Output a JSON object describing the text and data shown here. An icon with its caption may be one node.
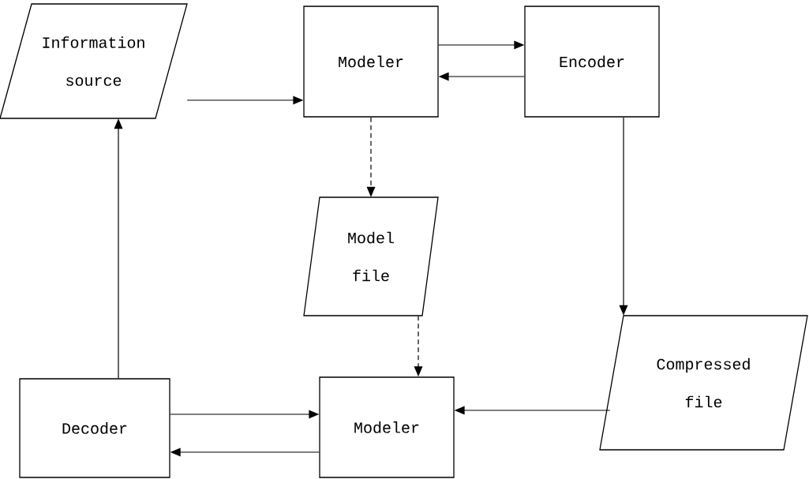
{
  "diagram": {
    "nodes": [
      {
        "text": [
          "Information source"
        ]
      },
      {
        "text": [
          "Modeler"
        ]
      },
      {
        "text": [
          "Encoder"
        ]
      },
      {
        "text": [
          "Model file"
        ]
      },
      {
        "text": [
          "Decoder"
        ]
      },
      {
        "text": [
          "Modeler"
        ]
      },
      {
        "text": [
          "Compressed file"
        ]
      }
    ],
    "edges": [
      {
        "from": 0,
        "to": 1,
        "arrow": "to"
      },
      {
        "from": 1,
        "to": 2,
        "arrow": "to"
      },
      {
        "from": 2,
        "to": 1,
        "arrow": "to"
      },
      {
        "from": 1,
        "to": 3,
        "arrow": "to",
        "style": "dashed"
      },
      {
        "from": 3,
        "to": 5,
        "arrow": "to",
        "style": "dashed"
      },
      {
        "from": 2,
        "to": 6,
        "arrow": "to"
      },
      {
        "from": 6,
        "to": 5,
        "arrow": "to"
      },
      {
        "from": 4,
        "to": 5,
        "arrow": "to"
      },
      {
        "from": 5,
        "to": 4,
        "arrow": "to"
      },
      {
        "from": 4,
        "to": 0,
        "arrow": "to"
      }
    ]
  }
}
